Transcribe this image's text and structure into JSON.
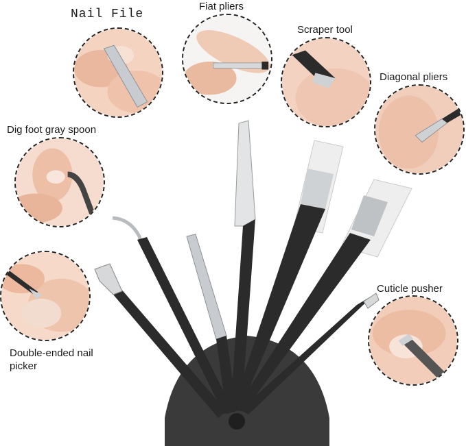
{
  "labels": {
    "nail_file": "Nail File",
    "flat_pliers": "Fiat pliers",
    "scraper_tool": "Scraper tool",
    "diagonal_pliers": "Diagonal pliers",
    "dig_foot_spoon": "Dig foot gray spoon",
    "double_ended_picker": "Double-ended nail picker",
    "cuticle_pusher": "Cuticle pusher"
  },
  "colors": {
    "tool_black": "#2b2b2b",
    "metal": "#cfd2d4",
    "skin": "#f2c9b0",
    "base": "#3a3a3a"
  }
}
